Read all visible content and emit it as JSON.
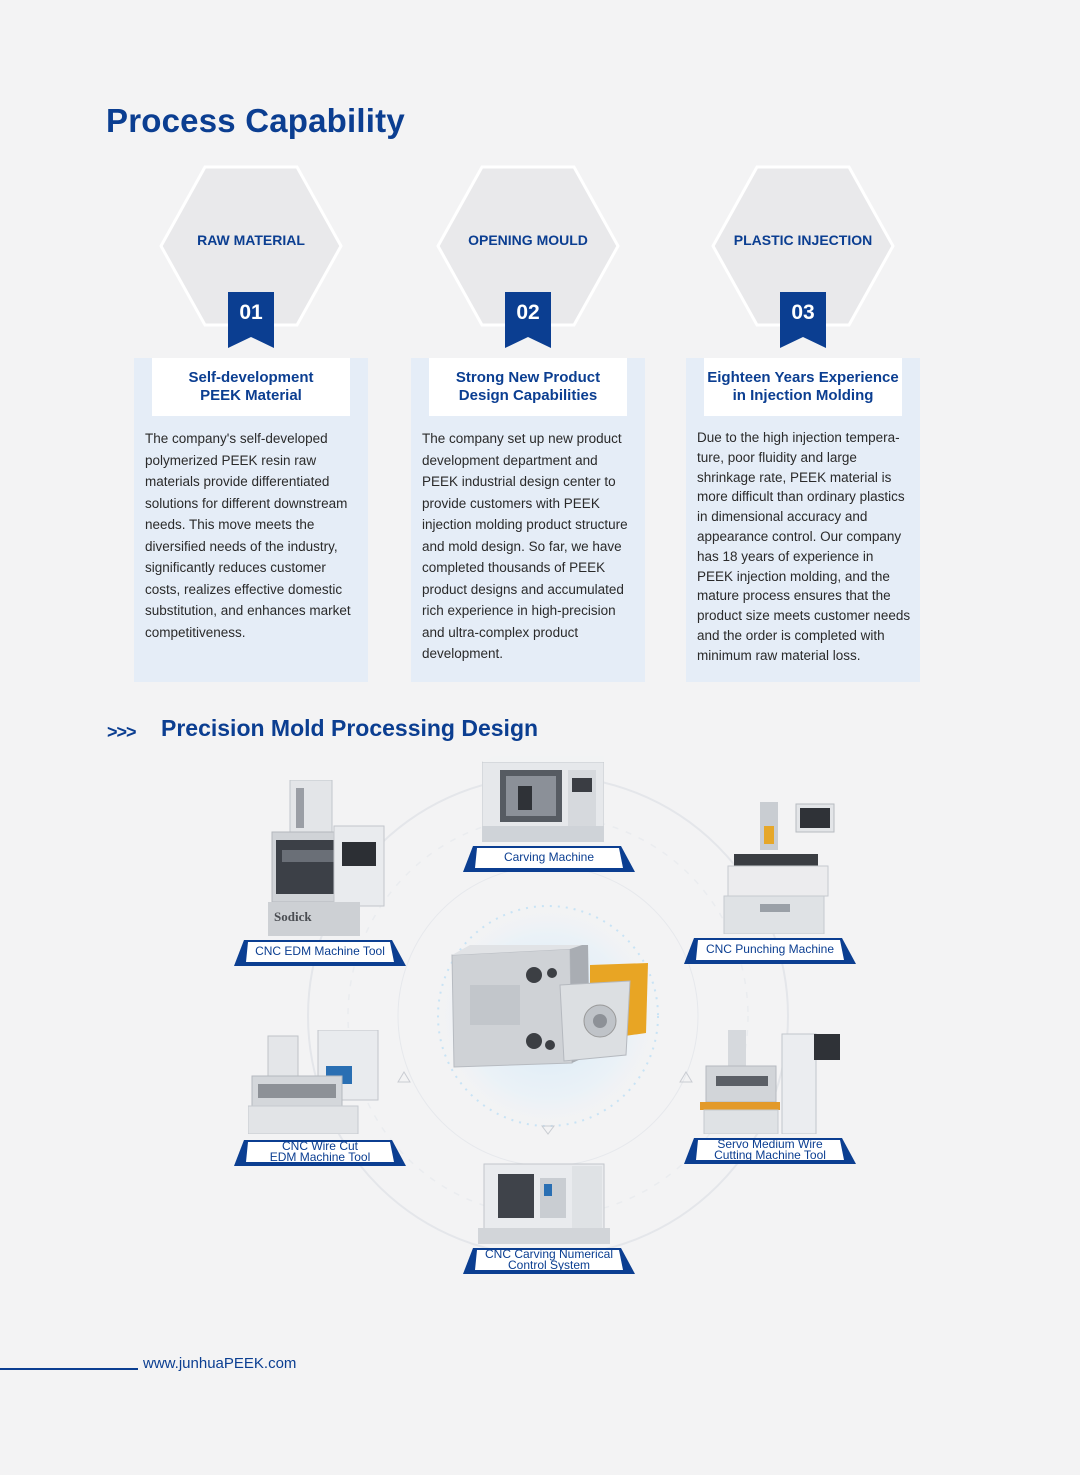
{
  "page_title": "Process Capability",
  "processes": [
    {
      "hex_label": "RAW MATERIAL",
      "number": "01",
      "heading": "Self-development\nPEEK Material",
      "body": "The company's self-developed polymerized PEEK resin raw materials provide differentiated solutions for different downstream needs. This move meets the diversified needs of the industry, significantly reduces customer costs, realizes effective domestic substitution, and enhances market competitiveness."
    },
    {
      "hex_label": "OPENING MOULD",
      "number": "02",
      "heading": "Strong New Product\nDesign Capabilities",
      "body": "The company set up new product development department and PEEK industrial design center to provide customers with PEEK injection molding product structure and mold design. So far, we have completed thousands of PEEK product designs and accumulated rich experience in high-precision and ultra-complex product development."
    },
    {
      "hex_label": "PLASTIC INJECTION",
      "number": "03",
      "heading": "Eighteen Years Experience\nin Injection Molding",
      "body": "Due to the high injection tempera-ture, poor fluidity and large shrinkage rate, PEEK material is more difficult than ordinary plastics in dimensional accuracy and appearance control. Our company has 18 years of experience in PEEK injection molding, and the mature process ensures that the product size meets customer needs and the order is completed with minimum raw material loss."
    }
  ],
  "section2": {
    "arrows": ">>>",
    "title": "Precision Mold Processing Design"
  },
  "machines": {
    "carving": "Carving Machine",
    "edm": "CNC EDM Machine Tool",
    "punching": "CNC Punching Machine",
    "wire_cut": "CNC Wire Cut\nEDM Machine Tool",
    "servo": "Servo Medium Wire\nCutting Machine Tool",
    "numerical": "CNC Carving Numerical\nControl System",
    "edm_brand": "Sodick"
  },
  "footer": {
    "url": "www.junhuaPEEK.com"
  },
  "colors": {
    "brand_blue": "#0b3e91",
    "card_bg": "#e5edf7",
    "page_bg": "#f3f3f4"
  }
}
